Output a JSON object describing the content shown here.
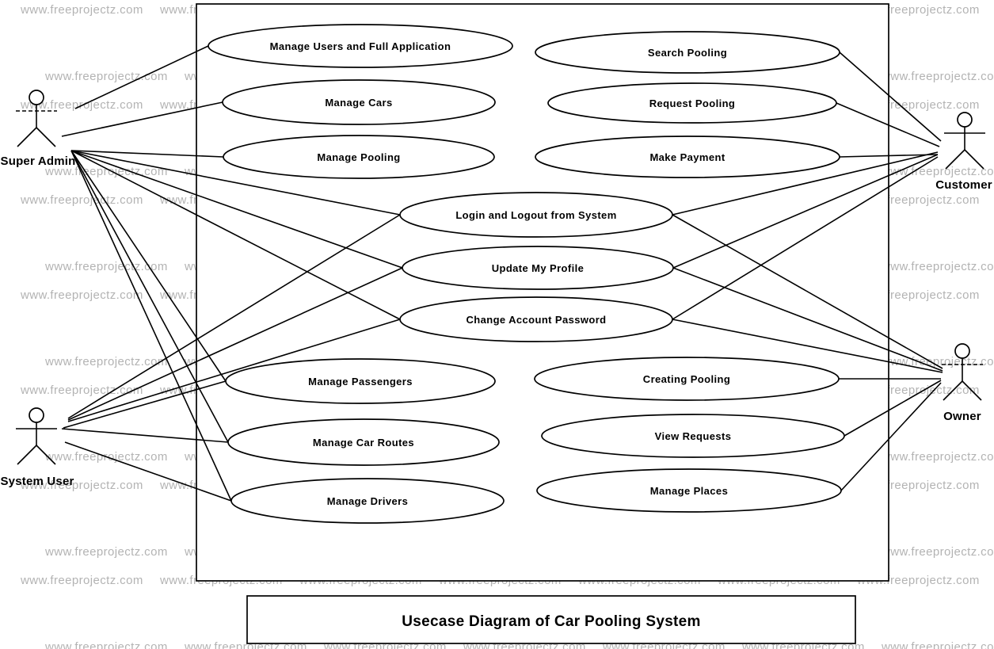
{
  "watermark": {
    "text": "www.freeprojectz.com",
    "color": "#b3b3b3"
  },
  "title_box": {
    "title": "Usecase Diagram of Car Pooling System"
  },
  "actors": {
    "super_admin": {
      "label": "Super Admin"
    },
    "system_user": {
      "label": "System User"
    },
    "customer": {
      "label": "Customer"
    },
    "owner": {
      "label": "Owner"
    }
  },
  "usecases": [
    {
      "id": "manage-users-full-application",
      "label": "Manage Users and Full Application"
    },
    {
      "id": "manage-cars",
      "label": "Manage Cars"
    },
    {
      "id": "manage-pooling",
      "label": "Manage Pooling"
    },
    {
      "id": "login-logout-system",
      "label": "Login and Logout from System"
    },
    {
      "id": "update-my-profile",
      "label": "Update My Profile"
    },
    {
      "id": "change-account-password",
      "label": "Change Account Password"
    },
    {
      "id": "manage-passengers",
      "label": "Manage Passengers"
    },
    {
      "id": "manage-car-routes",
      "label": "Manage Car Routes"
    },
    {
      "id": "manage-drivers",
      "label": "Manage Drivers"
    },
    {
      "id": "search-pooling",
      "label": "Search Pooling"
    },
    {
      "id": "request-pooling",
      "label": "Request Pooling"
    },
    {
      "id": "make-payment",
      "label": "Make Payment"
    },
    {
      "id": "creating-pooling",
      "label": "Creating Pooling"
    },
    {
      "id": "view-requests",
      "label": "View Requests"
    },
    {
      "id": "manage-places",
      "label": "Manage Places"
    }
  ],
  "connections": [
    {
      "actor": "super-admin",
      "usecases": [
        "manage-users-full-application",
        "manage-cars",
        "manage-pooling",
        "login-logout-system",
        "update-my-profile",
        "change-account-password",
        "manage-passengers",
        "manage-car-routes",
        "manage-drivers"
      ]
    },
    {
      "actor": "system-user",
      "usecases": [
        "login-logout-system",
        "update-my-profile",
        "change-account-password",
        "manage-passengers",
        "manage-car-routes",
        "manage-drivers"
      ]
    },
    {
      "actor": "customer",
      "usecases": [
        "search-pooling",
        "request-pooling",
        "make-payment",
        "login-logout-system",
        "update-my-profile",
        "change-account-password"
      ]
    },
    {
      "actor": "owner",
      "usecases": [
        "login-logout-system",
        "update-my-profile",
        "change-account-password",
        "creating-pooling",
        "view-requests",
        "manage-places"
      ]
    }
  ],
  "colors": {
    "line": "#000000",
    "background": "#ffffff"
  }
}
